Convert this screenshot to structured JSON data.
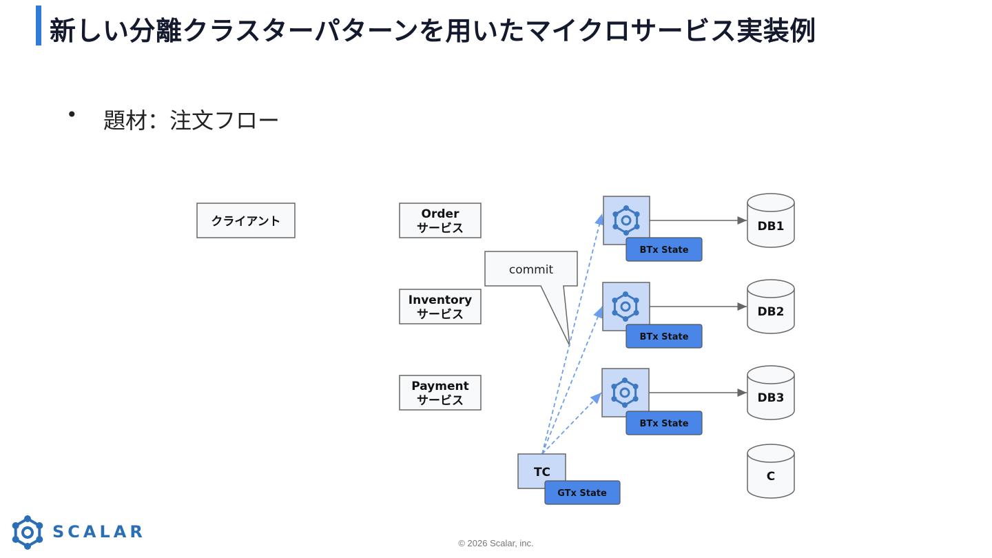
{
  "slide": {
    "title": "新しい分離クラスターパターンを用いたマイクロサービス実装例",
    "bullet_symbol": "•",
    "bullet_text": "題材：注文フロー"
  },
  "diagram": {
    "client": "クライアント",
    "services": [
      {
        "line1": "Order",
        "line2": "サービス"
      },
      {
        "line1": "Inventory",
        "line2": "サービス"
      },
      {
        "line1": "Payment",
        "line2": "サービス"
      }
    ],
    "btx_state_label": "BTx State",
    "callout": "commit",
    "tc_label": "TC",
    "gtx_state_label": "GTx State",
    "databases": [
      "DB1",
      "DB2",
      "DB3",
      "C"
    ]
  },
  "branding": {
    "logo_text": "SCALAR",
    "copyright": "© 2026 Scalar, inc.",
    "accent_color": "#2f7bd6",
    "tag_color": "#4a86e8",
    "node_fill": "#c9daf8"
  }
}
